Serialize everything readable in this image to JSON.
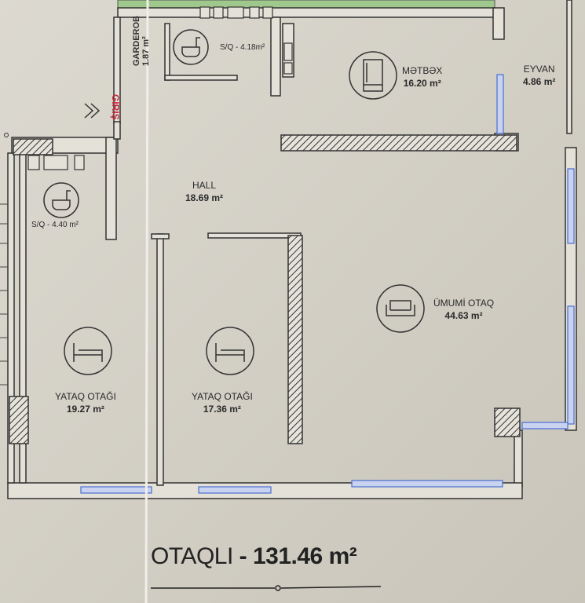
{
  "plan": {
    "title_prefix": "OTAQLI",
    "title_sep": " - ",
    "title_area": "131.46 m²",
    "entrance_label": "GİRİŞ",
    "rooms": {
      "garderob": {
        "name": "GARDEROB",
        "area": "1.87 m²"
      },
      "bath1": {
        "name": "S/Q - 4.18m²"
      },
      "bath2": {
        "name": "S/Q - 4.40 m²"
      },
      "kitchen": {
        "name": "MƏTBƏX",
        "area": "16.20 m²"
      },
      "balcony": {
        "name": "EYVAN",
        "area": "4.86 m²"
      },
      "hall": {
        "name": "HALL",
        "area": "18.69 m²"
      },
      "living": {
        "name": "ÜMUMİ OTAQ",
        "area": "44.63 m²"
      },
      "bedroom1": {
        "name": "YATAQ OTAĞI",
        "area": "19.27 m²"
      },
      "bedroom2": {
        "name": "YATAQ OTAĞI",
        "area": "17.36 m²"
      }
    },
    "colors": {
      "wall": "#333333",
      "window": "#4a6fd1",
      "entrance": "#c4283c",
      "green": "#9fc98c"
    }
  }
}
